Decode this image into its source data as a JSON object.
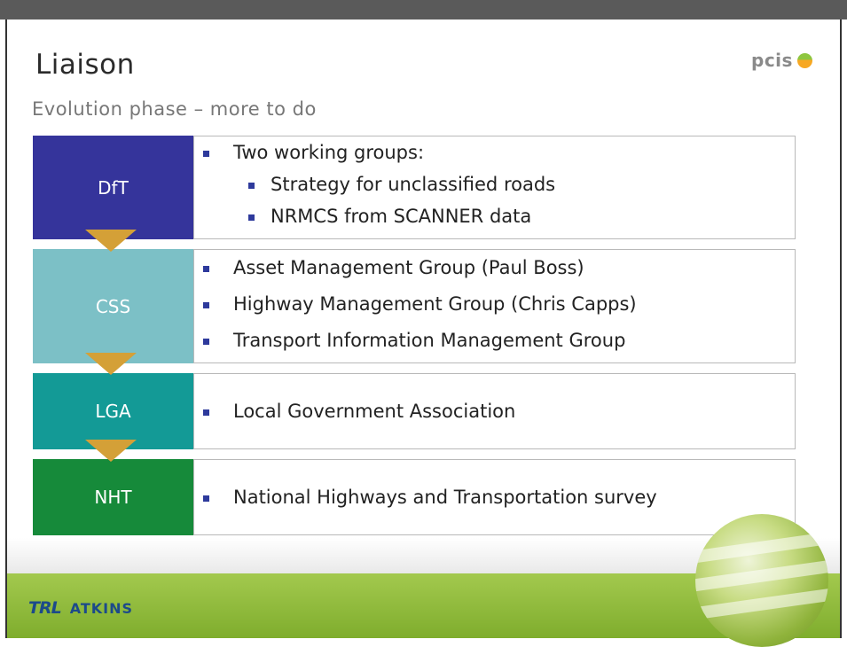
{
  "slide": {
    "title": "Liaison",
    "subtitle": "Evolution phase – more to do",
    "logo_text": "pcis",
    "footer_logos": [
      "TRL",
      "ATKINS"
    ]
  },
  "colors": {
    "dft": "#35349b",
    "css": "#7cc0c6",
    "lga": "#139a96",
    "nht": "#168a3a",
    "arrow": "#d4a037",
    "bullet": "#2e3a9c"
  },
  "rows": [
    {
      "label": "DfT",
      "items": [
        {
          "text": "Two working groups:",
          "level": 1
        },
        {
          "text": "Strategy for unclassified roads",
          "level": 2
        },
        {
          "text": "NRMCS from SCANNER data",
          "level": 2
        }
      ]
    },
    {
      "label": "CSS",
      "items": [
        {
          "text": "Asset Management Group (Paul Boss)",
          "level": 1
        },
        {
          "text": "Highway Management Group (Chris Capps)",
          "level": 1
        },
        {
          "text": "Transport Information Management Group",
          "level": 1
        }
      ]
    },
    {
      "label": "LGA",
      "items": [
        {
          "text": "Local Government Association",
          "level": 1
        }
      ]
    },
    {
      "label": "NHT",
      "items": [
        {
          "text": "National Highways and Transportation survey",
          "level": 1
        }
      ]
    }
  ]
}
